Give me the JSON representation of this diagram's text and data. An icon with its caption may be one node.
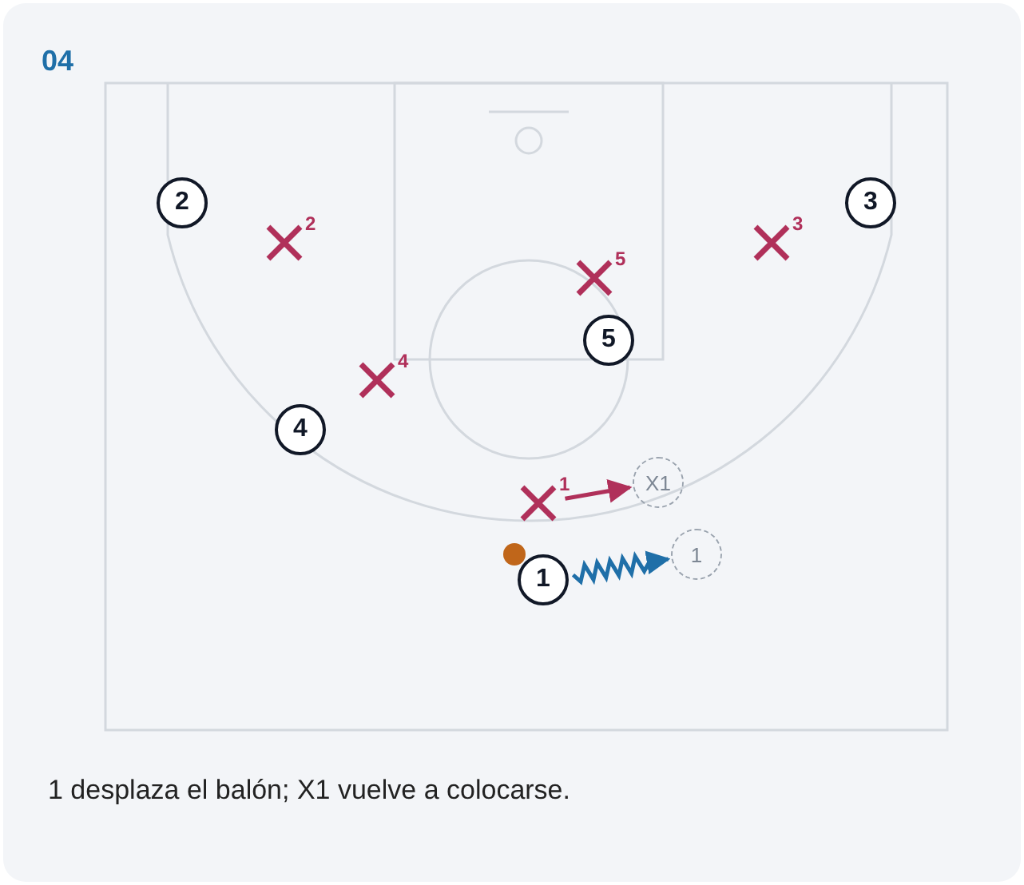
{
  "diagram": {
    "title": "04",
    "caption": "1 desplaza el balón; X1 vuelve a colocarse.",
    "nodes": [
      {
        "text": [
          "2"
        ]
      },
      {
        "text": [
          "3"
        ]
      },
      {
        "text": [
          "2"
        ]
      },
      {
        "text": [
          "3"
        ]
      },
      {
        "text": [
          "5"
        ]
      },
      {
        "text": [
          "5"
        ]
      },
      {
        "text": [
          "4"
        ]
      },
      {
        "text": [
          "4"
        ]
      },
      {
        "text": [
          "X1"
        ]
      },
      {
        "text": [
          "1"
        ]
      },
      {
        "text": [
          "1"
        ]
      },
      {
        "text": [
          "1"
        ]
      }
    ],
    "edges": [
      {
        "from": 9,
        "to": 8,
        "arrow": "to",
        "color": "#b0305a"
      },
      {
        "from": 11,
        "to": 10,
        "arrow": "to",
        "color": "#1f6fa8"
      }
    ]
  }
}
